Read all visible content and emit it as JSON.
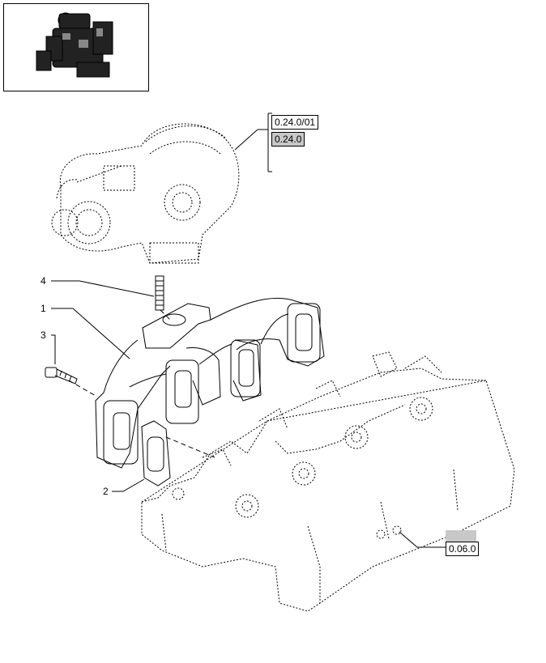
{
  "callouts": {
    "c1": "1",
    "c2": "2",
    "c3": "3",
    "c4": "4"
  },
  "references": {
    "turbo_ref_1": "0.24.0/01",
    "turbo_ref_2": "0.24.0",
    "head_ref": "0.06.0"
  },
  "colors": {
    "line": "#000000",
    "shade": "#c8c8c8"
  },
  "icons": {
    "thumbnail": "engine-thumbnail-icon"
  }
}
